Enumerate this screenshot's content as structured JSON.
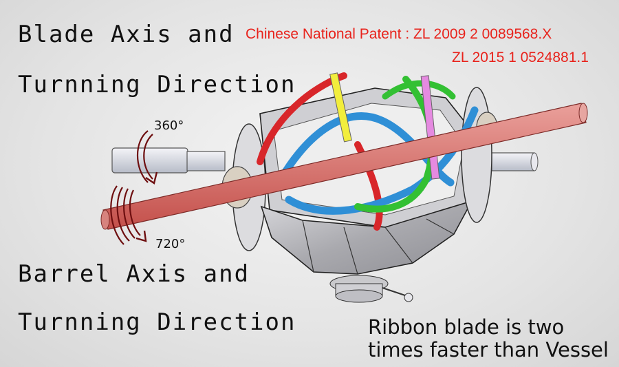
{
  "labels": {
    "blade_axis_line1": "Blade Axis and",
    "blade_axis_line2": "Turnning Direction",
    "barrel_axis_line1": "Barrel Axis and",
    "barrel_axis_line2": "Turnning Direction",
    "blade_rotation": "360°",
    "barrel_rotation": "720°"
  },
  "patent": {
    "line1": "Chinese National Patent : ZL 2009 2 0089568.X",
    "line2": "ZL 2015 1 0524881.1"
  },
  "note": {
    "line1": "Ribbon blade is two",
    "line2": "times faster than Vessel"
  },
  "colors": {
    "patent_text": "#e8231c",
    "axis_red": "#d9706c",
    "ribbon_red": "#d8262a",
    "ribbon_blue": "#2f8fd6",
    "ribbon_green": "#33c033",
    "bar_yellow": "#f2ee3c",
    "bar_magenta": "#e58ae0",
    "arrow_dark_red": "#6e0f10"
  }
}
